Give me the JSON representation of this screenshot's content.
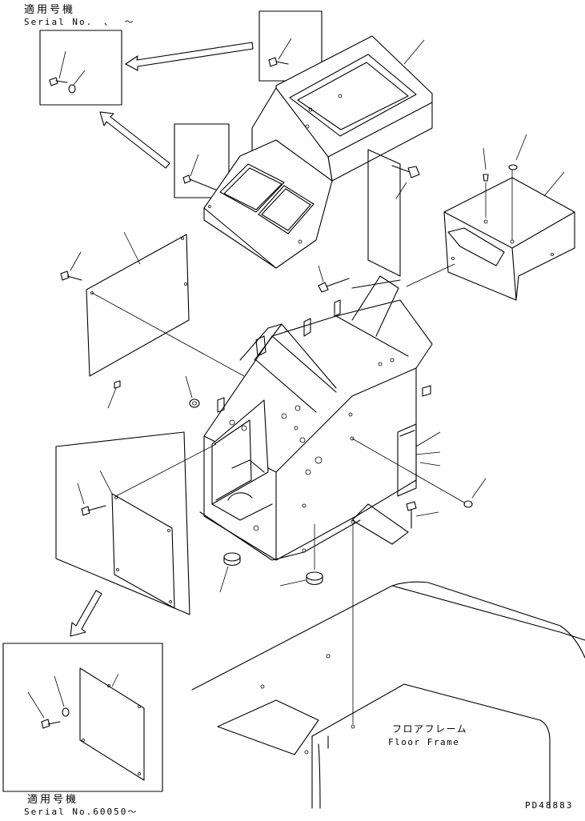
{
  "header": {
    "title_jp": "適用号機",
    "serial_prefix": "Serial No.",
    "serial_range": "、 〜"
  },
  "footer": {
    "title_jp": "適用号機",
    "serial_text": "Serial No.60050〜"
  },
  "floor_frame": {
    "label_jp": "フロアフレーム",
    "label_en": "Floor Frame"
  },
  "drawing_code": "PD48883"
}
